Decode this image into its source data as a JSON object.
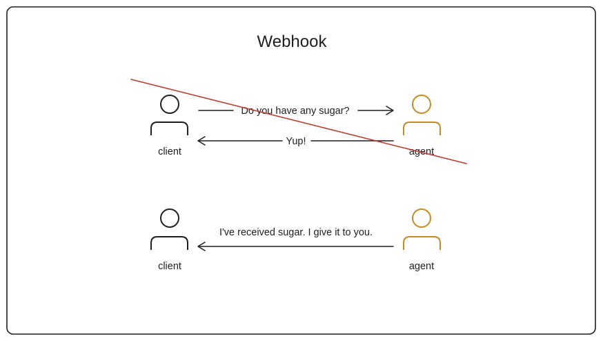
{
  "diagram": {
    "title": "Webhook",
    "scenario_1": {
      "client_label": "client",
      "agent_label": "agent",
      "request_message": "Do you have any sugar?",
      "response_message": "Yup!",
      "crossed_out": true
    },
    "scenario_2": {
      "client_label": "client",
      "agent_label": "agent",
      "callback_message": "I've received sugar. I give it to you."
    }
  },
  "colors": {
    "ink": "#1e1e1e",
    "agent": "#c98a20",
    "strike": "#c0392b",
    "frame": "#1e1e1e",
    "background": "#ffffff"
  },
  "icons": {
    "client": "person-icon",
    "agent": "person-icon"
  }
}
